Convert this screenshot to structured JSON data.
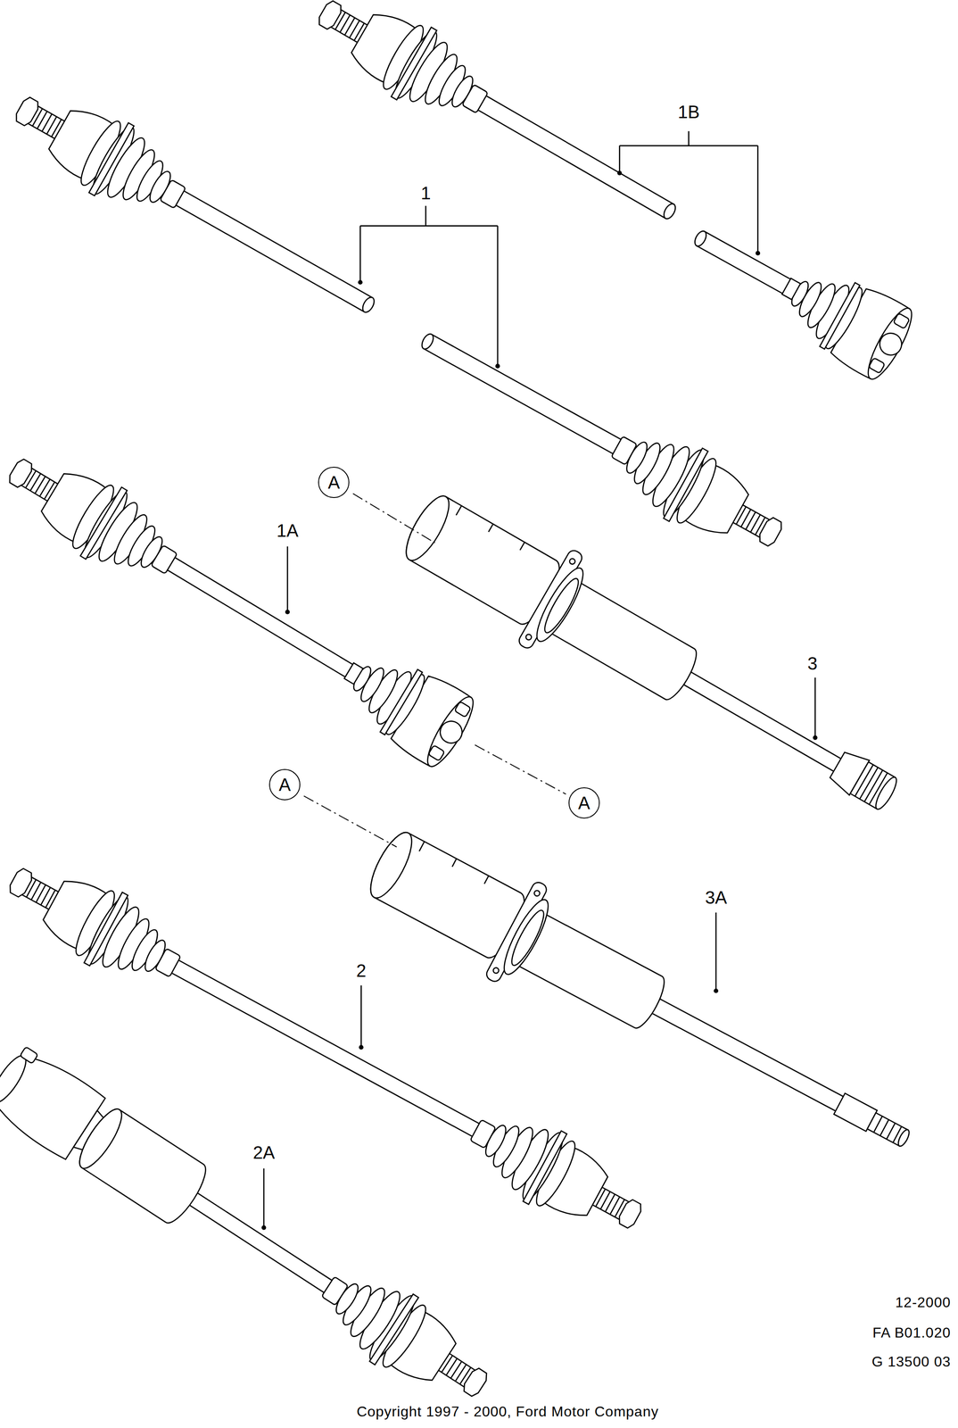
{
  "diagram": {
    "nodes": [
      {
        "text": [
          "A"
        ]
      },
      {
        "text": [
          "A"
        ]
      },
      {
        "text": [
          "A"
        ]
      }
    ],
    "labels": [
      "1B",
      "1",
      "1A",
      "3",
      "3A",
      "2",
      "2A",
      "12-2000",
      "FA B01.020",
      "G 13500 03",
      "Copyright 1997 - 2000, Ford Motor Company"
    ]
  }
}
